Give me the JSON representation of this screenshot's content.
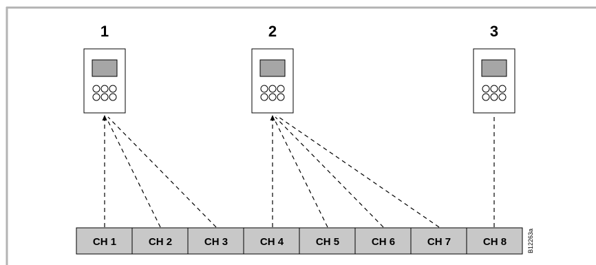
{
  "diagram": {
    "controllers": [
      {
        "number": "1"
      },
      {
        "number": "2"
      },
      {
        "number": "3"
      }
    ],
    "channels": [
      "CH 1",
      "CH 2",
      "CH 3",
      "CH 4",
      "CH 5",
      "CH 6",
      "CH 7",
      "CH 8"
    ],
    "links": [
      {
        "controller": "1",
        "channels": [
          "CH 1",
          "CH 2",
          "CH 3"
        ]
      },
      {
        "controller": "2",
        "channels": [
          "CH 4",
          "CH 5",
          "CH 6",
          "CH 7"
        ]
      },
      {
        "controller": "3",
        "channels": [
          "CH 8"
        ]
      }
    ],
    "figure_code": "B12263a",
    "colors": {
      "frame_border": "#b3b3b3",
      "channel_fill": "#c8c8c8",
      "screen_fill": "#a6a6a6",
      "line": "#000000"
    }
  }
}
